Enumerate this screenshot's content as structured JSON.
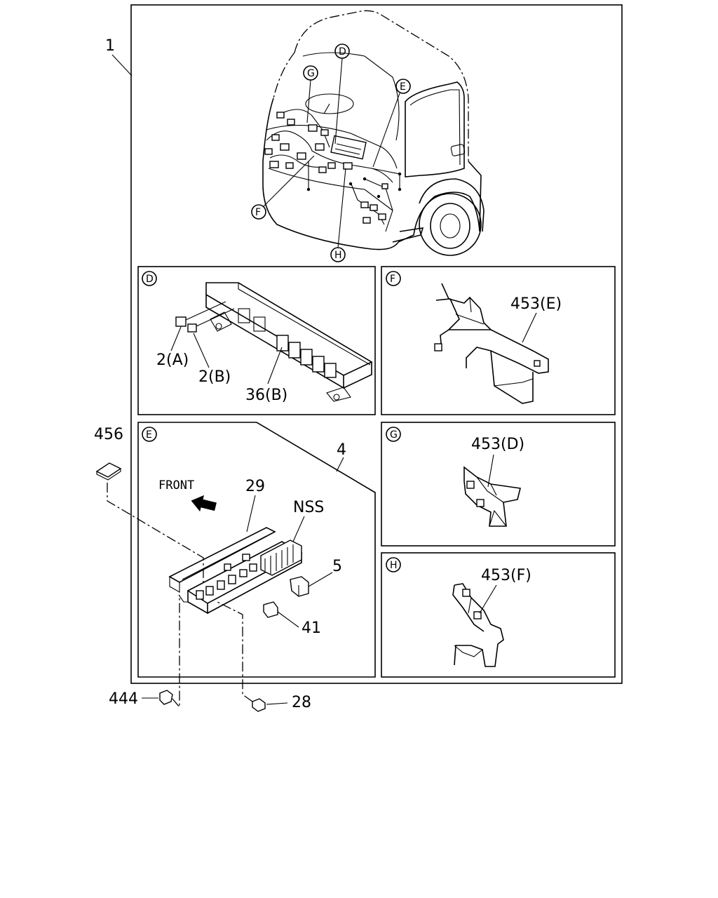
{
  "labels": {
    "assembly": "1",
    "d_relay_a": "2(A)",
    "d_relay_b": "2(B)",
    "d_relay_block": "36(B)",
    "f_harness": "453(E)",
    "g_harness": "453(D)",
    "h_harness": "453(F)",
    "e_box": "4",
    "e_bracket": "29",
    "e_nss": "NSS",
    "e_relay": "5",
    "e_clip": "41",
    "e_front": "FRONT",
    "pad": "456",
    "nut": "444",
    "bolt": "28"
  },
  "callouts": {
    "D": "D",
    "E": "E",
    "F": "F",
    "G": "G",
    "H": "H"
  }
}
